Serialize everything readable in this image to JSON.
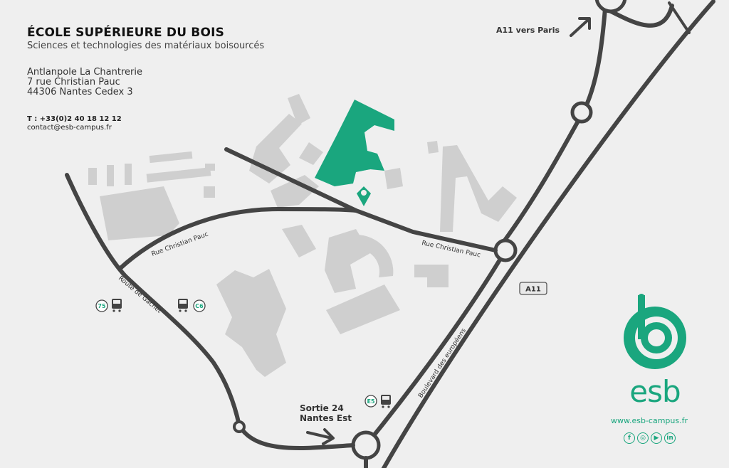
{
  "header": {
    "title": "ÉCOLE SUPÉRIEURE DU BOIS",
    "subtitle": "Sciences et technologies des matériaux boisourcés"
  },
  "address": {
    "line1": "Antlanpole La Chantrerie",
    "line2": "7 rue Christian Pauc",
    "line3": "44306 Nantes Cedex 3"
  },
  "contact": {
    "phone": "T : +33(0)2 40 18 12 12",
    "email": "contact@esb-campus.fr"
  },
  "map": {
    "roads": {
      "christian_pauc_left": "Rue Christian Pauc",
      "christian_pauc_right": "Rue Christian Pauc",
      "gachet": "Route de Gachet",
      "europeens": "Boulevard des européens",
      "a11_badge": "A11"
    },
    "callouts": {
      "paris": "A11 vers Paris",
      "exit_line1": "Sortie 24",
      "exit_line2": "Nantes Est"
    },
    "bus_stops": [
      "75",
      "C6",
      "E5"
    ]
  },
  "brand": {
    "logo_text": "esb",
    "website": "www.esb-campus.fr",
    "socials": [
      "facebook-icon",
      "instagram-icon",
      "youtube-icon",
      "linkedin-icon"
    ],
    "accent": "#1aa67e",
    "road_color": "#444444",
    "building_color": "#cfcfcf"
  }
}
